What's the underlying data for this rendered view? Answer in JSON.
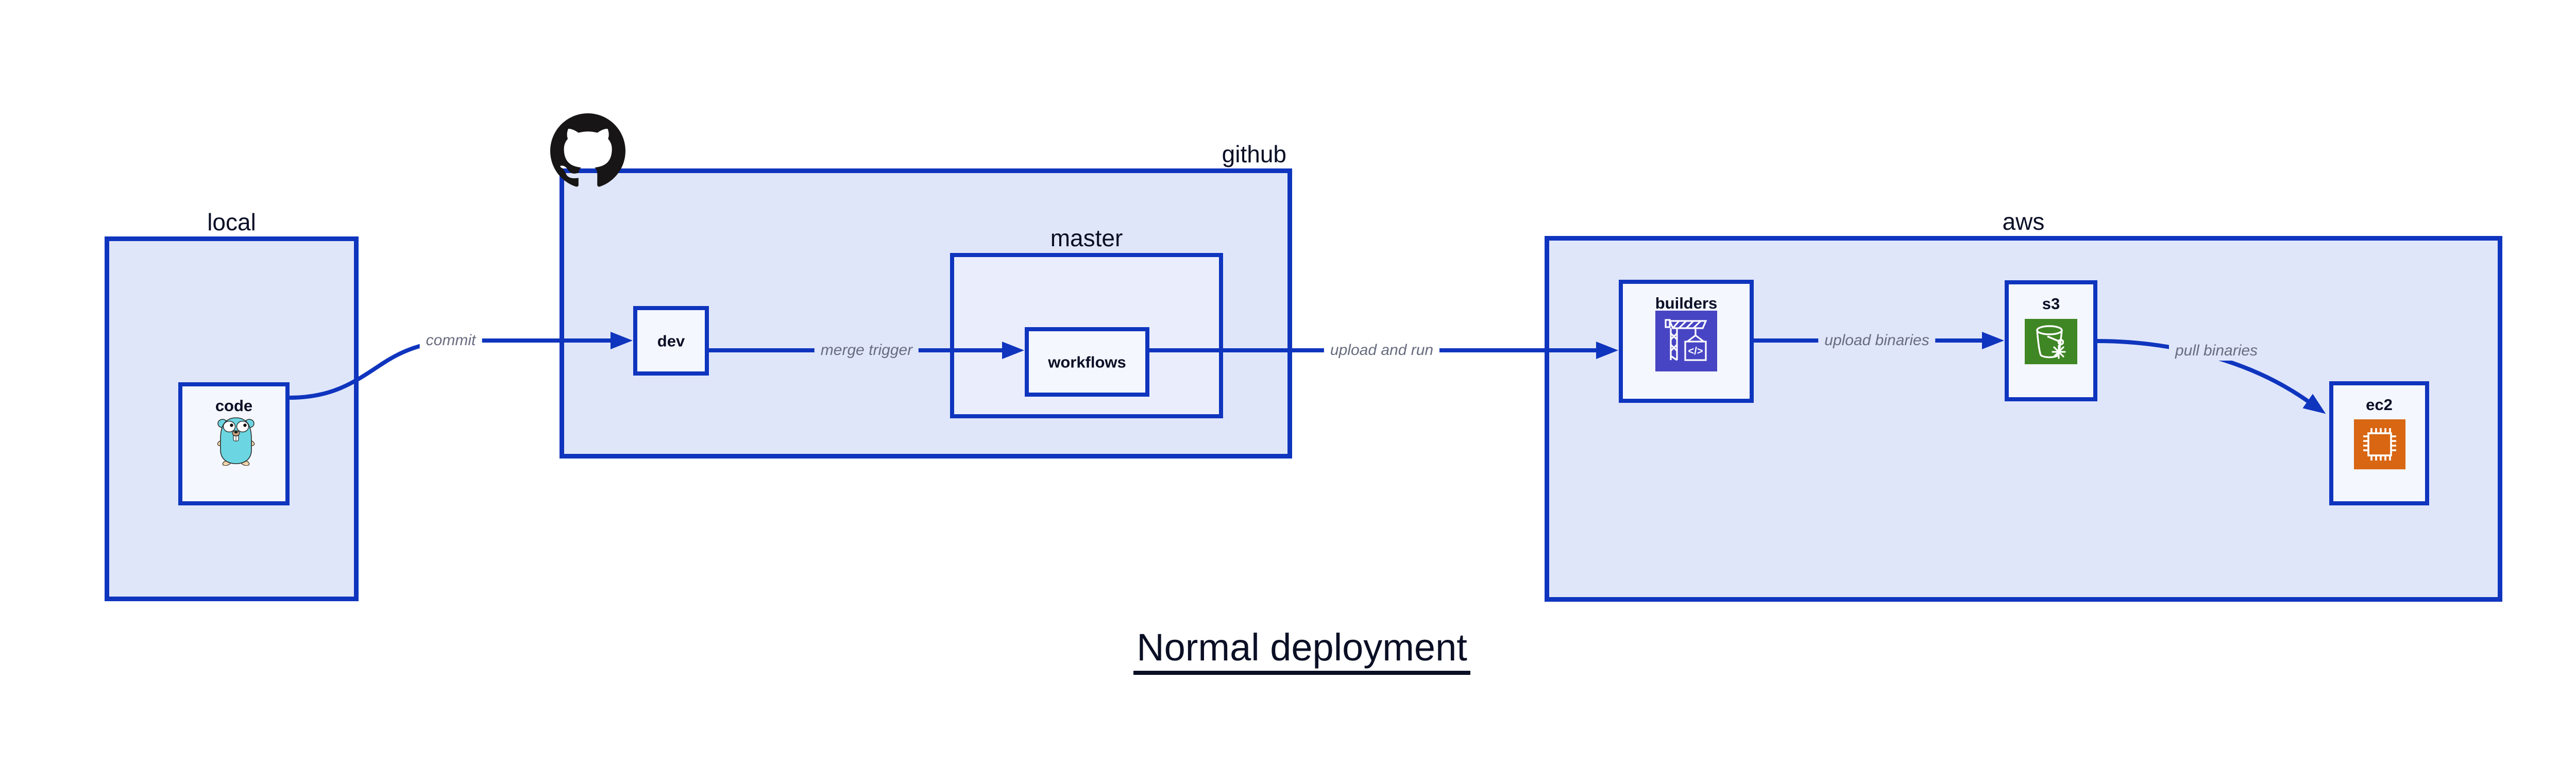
{
  "title": "Normal deployment",
  "containers": {
    "local": {
      "label": "local"
    },
    "github": {
      "label": "github"
    },
    "master": {
      "label": "master"
    },
    "aws": {
      "label": "aws"
    }
  },
  "nodes": {
    "code": {
      "label": "code"
    },
    "dev": {
      "label": "dev"
    },
    "workflows": {
      "label": "workflows"
    },
    "builders": {
      "label": "builders"
    },
    "s3": {
      "label": "s3"
    },
    "ec2": {
      "label": "ec2"
    }
  },
  "edges": {
    "commit": {
      "label": "commit"
    },
    "merge_trigger": {
      "label": "merge trigger"
    },
    "upload_and_run": {
      "label": "upload and run"
    },
    "upload_binaries": {
      "label": "upload binaries"
    },
    "pull_binaries": {
      "label": "pull binaries"
    }
  },
  "icons": {
    "github": "github-octocat-icon",
    "code": "go-gopher-icon",
    "builders": "aws-codebuild-icon",
    "s3": "aws-s3-bucket-icon",
    "ec2": "aws-ec2-chip-icon"
  },
  "colors": {
    "stroke": "#0f35be",
    "fill_l1": "#e0e6fa",
    "fill_l2": "#eaeefc",
    "fill_node": "#f4f7fe",
    "text": "#0a0f25",
    "edge_label": "#676c7e",
    "codebuild": "#4845c4",
    "s3": "#3f8624",
    "ec2": "#d86613",
    "gopher": "#6bd6e1",
    "github": "#171515",
    "canvas": "#ffffff"
  }
}
